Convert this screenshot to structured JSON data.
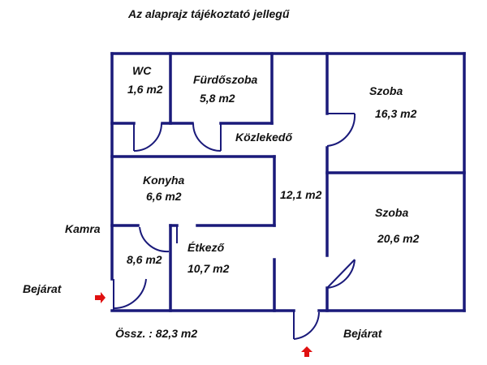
{
  "title": "Az alaprajz tájékoztató jellegű",
  "rooms": {
    "wc": {
      "name": "WC",
      "area": "1,6 m2"
    },
    "bath": {
      "name": "Fürdőszoba",
      "area": "5,8 m2"
    },
    "hall": {
      "name": "Közlekedő",
      "area": "12,1 m2"
    },
    "room1": {
      "name": "Szoba",
      "area": "16,3 m2"
    },
    "kitchen": {
      "name": "Konyha",
      "area": "6,6 m2"
    },
    "room2": {
      "name": "Szoba",
      "area": "20,6 m2"
    },
    "pantry": {
      "name": "Kamra",
      "area": "8,6 m2"
    },
    "dining": {
      "name": "Étkező",
      "area": "10,7 m2"
    }
  },
  "entrances": {
    "left": "Bejárat",
    "bottom": "Bejárat"
  },
  "total": "Össz. : 82,3 m2",
  "colors": {
    "walls": "#1a1a7a",
    "arrows": "#e01010"
  }
}
